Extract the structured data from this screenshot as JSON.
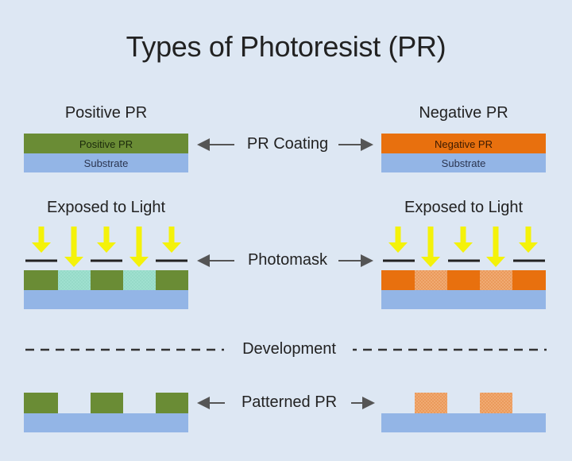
{
  "title": "Types of Photoresist (PR)",
  "positive": {
    "heading": "Positive PR",
    "layer_label": "Positive PR",
    "substrate_label": "Substrate",
    "exposed_heading": "Exposed to Light"
  },
  "negative": {
    "heading": "Negative PR",
    "layer_label": "Negative PR",
    "substrate_label": "Substrate",
    "exposed_heading": "Exposed to Light"
  },
  "steps": {
    "coating": "PR Coating",
    "photomask": "Photomask",
    "development": "Development",
    "patterned": "Patterned PR"
  },
  "colors": {
    "background": "#dde7f3",
    "positive_pr": "#6a8c35",
    "positive_exposed": "#9fe0cf",
    "negative_pr": "#e8700e",
    "negative_exposed": "#eea067",
    "substrate": "#93b5e6",
    "light": "#f4f20a",
    "mask": "#222222"
  }
}
